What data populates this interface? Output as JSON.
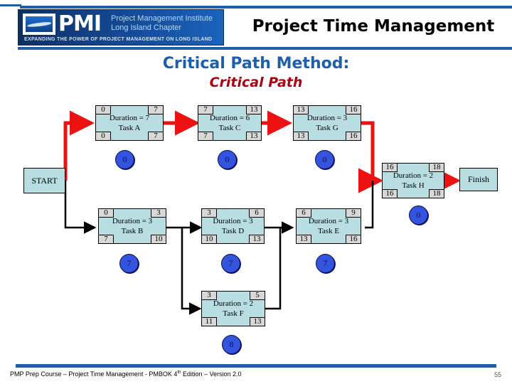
{
  "header": {
    "logo_pmi": "PMI",
    "logo_line1": "Project Management Institute",
    "logo_line2": "Long Island Chapter",
    "logo_tagline": "Expanding the Power of Project Management on Long Island",
    "title": "Project Time Management"
  },
  "slide": {
    "title": "Critical Path Method:",
    "subtitle": "Critical Path"
  },
  "colors": {
    "accent_blue": "#1f5fa9",
    "title_red": "#aa0011",
    "node_fill": "#b8dee2",
    "corner_fill": "#d8d8d8",
    "critical_path": "#ee1111",
    "normal_path": "#000000",
    "float_fill": "#3355dd"
  },
  "diagram": {
    "start_label": "START",
    "finish_label": "Finish",
    "nodes": [
      {
        "id": "A",
        "name": "Task A",
        "duration": "Duration = 7",
        "es": "0",
        "ef": "7",
        "ls": "0",
        "lf": "7",
        "float": "0",
        "critical": true
      },
      {
        "id": "C",
        "name": "Task C",
        "duration": "Duration = 6",
        "es": "7",
        "ef": "13",
        "ls": "7",
        "lf": "13",
        "float": "0",
        "critical": true
      },
      {
        "id": "G",
        "name": "Task G",
        "duration": "Duration = 3",
        "es": "13",
        "ef": "16",
        "ls": "13",
        "lf": "16",
        "float": "0",
        "critical": true
      },
      {
        "id": "H",
        "name": "Task H",
        "duration": "Duration = 2",
        "es": "16",
        "ef": "18",
        "ls": "16",
        "lf": "18",
        "float": "0",
        "critical": true
      },
      {
        "id": "B",
        "name": "Task B",
        "duration": "Duration = 3",
        "es": "0",
        "ef": "3",
        "ls": "7",
        "lf": "10",
        "float": "7",
        "critical": false
      },
      {
        "id": "D",
        "name": "Task D",
        "duration": "Duration = 3",
        "es": "3",
        "ef": "6",
        "ls": "10",
        "lf": "13",
        "float": "7",
        "critical": false
      },
      {
        "id": "E",
        "name": "Task E",
        "duration": "Duration = 3",
        "es": "6",
        "ef": "9",
        "ls": "13",
        "lf": "16",
        "float": "7",
        "critical": false
      },
      {
        "id": "F",
        "name": "Task F",
        "duration": "Duration = 2",
        "es": "3",
        "ef": "5",
        "ls": "11",
        "lf": "13",
        "float": "8",
        "critical": false
      }
    ]
  },
  "footer": {
    "text_a": "PMP Prep Course – Project Time Management - PMBOK 4",
    "text_sup": "th",
    "text_b": " Edition – Version 2.0",
    "page": "55"
  }
}
